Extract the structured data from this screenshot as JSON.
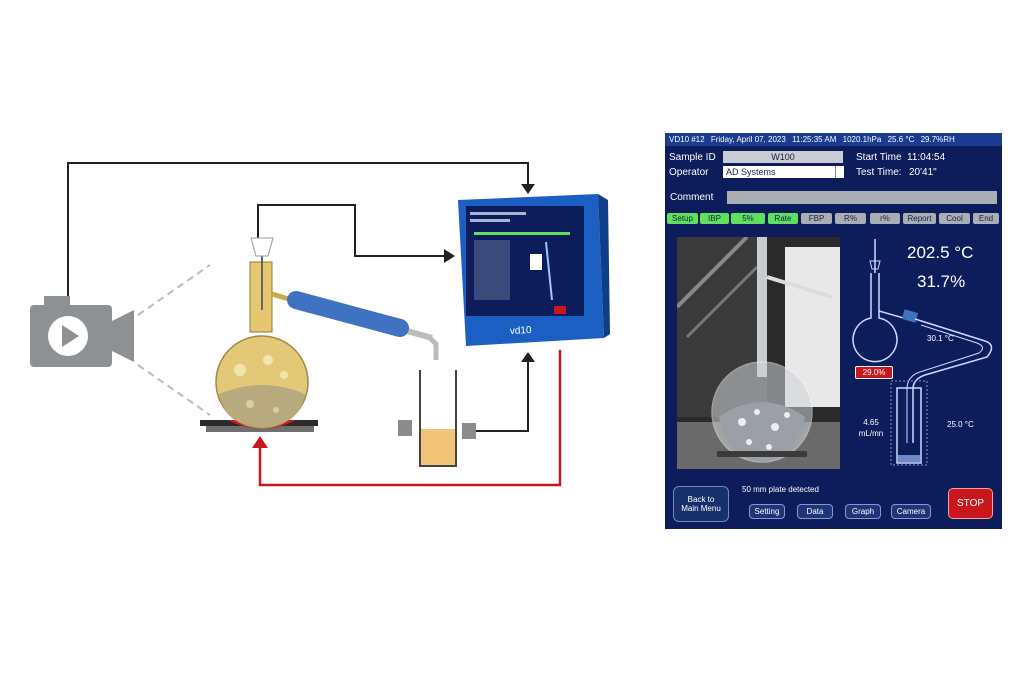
{
  "colors": {
    "camera": "#8e9193",
    "wire_signal": "#222222",
    "wire_heat": "#c8181e",
    "condenser": "#3f73c2",
    "vd10_case": "#1e6fd6",
    "receiver_liquid": "#f2c47a"
  },
  "diagram": {
    "vd10_logo": "vd10",
    "icons": [
      "video-camera-icon",
      "distillation-flask-icon",
      "condenser-tube-icon",
      "receiver-cylinder-icon",
      "heater-plate-icon",
      "vd10-analyzer-icon"
    ]
  },
  "screen": {
    "status": {
      "device": "VD10 #12",
      "date": "Friday, April 07, 2023",
      "time": "11:25:35 AM",
      "pressure": "1020.1hPa",
      "temperature": "25.6 °C",
      "humidity": "29.7%RH"
    },
    "sample_id_label": "Sample ID",
    "sample_id_value": "W100",
    "operator_label": "Operator",
    "operator_value": "AD Systems",
    "start_time_label": "Start Time",
    "start_time_value": "11:04:54",
    "test_time_label": "Test Time:",
    "test_time_value": "20'41\"",
    "comment_label": "Comment",
    "comment_value": "",
    "steps": [
      {
        "label": "Setup",
        "done": true
      },
      {
        "label": "IBP",
        "done": true
      },
      {
        "label": "5%",
        "done": true
      },
      {
        "label": "Rate",
        "done": true
      },
      {
        "label": "FBP",
        "done": false
      },
      {
        "label": "R%",
        "done": false
      },
      {
        "label": "r%",
        "done": false
      },
      {
        "label": "Report",
        "done": false
      },
      {
        "label": "Cool",
        "done": false
      },
      {
        "label": "End",
        "done": false
      }
    ],
    "vapor_temperature": "202.5 °C",
    "recovered_percent": "31.7%",
    "flask_percent": "29.0%",
    "condenser_temperature": "30.1 °C",
    "rate_value": "4.65",
    "rate_unit": "mL/mn",
    "receiver_temperature": "25.0 °C",
    "plate_message": "50 mm plate detected",
    "main_menu_line1": "Back to",
    "main_menu_line2": "Main Menu",
    "buttons": {
      "setting": "Setting",
      "data": "Data",
      "graph": "Graph",
      "camera": "Camera",
      "stop": "STOP"
    }
  }
}
